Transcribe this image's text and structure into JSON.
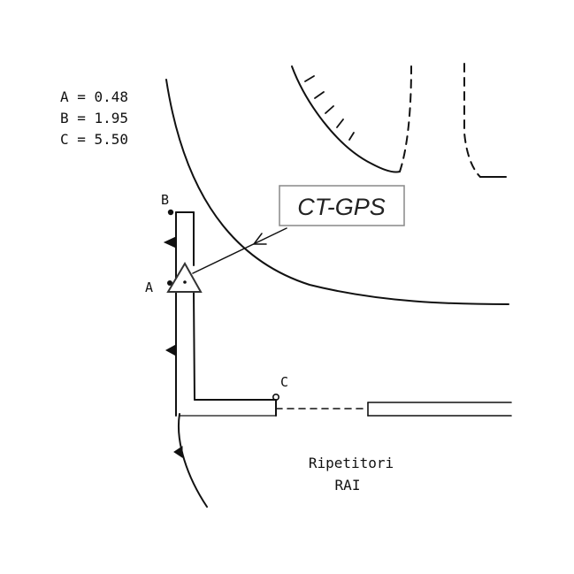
{
  "legend": {
    "a": "A = 0.48",
    "b": "B = 1.95",
    "c": "C = 5.50"
  },
  "points": {
    "a": "A",
    "b": "B",
    "c": "C"
  },
  "callout": {
    "label": "CT-GPS"
  },
  "caption": {
    "line1": "Ripetitori",
    "line2": "RAI"
  },
  "colors": {
    "ink": "#111111",
    "background": "#ffffff"
  }
}
